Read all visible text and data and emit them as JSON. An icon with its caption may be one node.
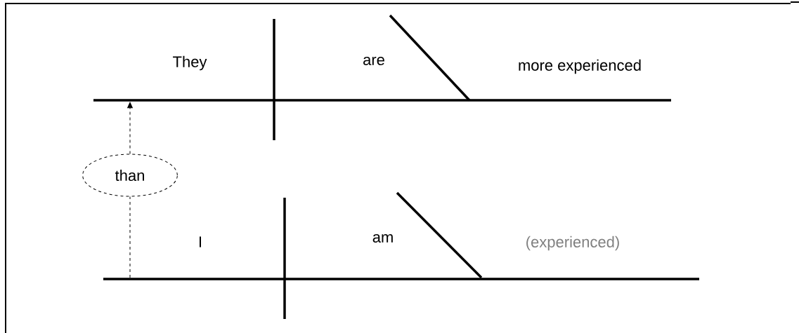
{
  "diagram": {
    "nodes": [
      {
        "text": [],
        "shape": "line"
      },
      {
        "text": [
          "than"
        ]
      },
      {
        "text": [],
        "shape": "line"
      }
    ],
    "edges": [
      {
        "from": 2,
        "to": 1,
        "arrow": "none",
        "style": "dashed"
      },
      {
        "from": 1,
        "to": 0,
        "arrow": "to",
        "style": "dashed"
      }
    ],
    "labels": [
      "They",
      "are",
      "more experienced",
      "I",
      "am",
      "(experienced)"
    ]
  }
}
